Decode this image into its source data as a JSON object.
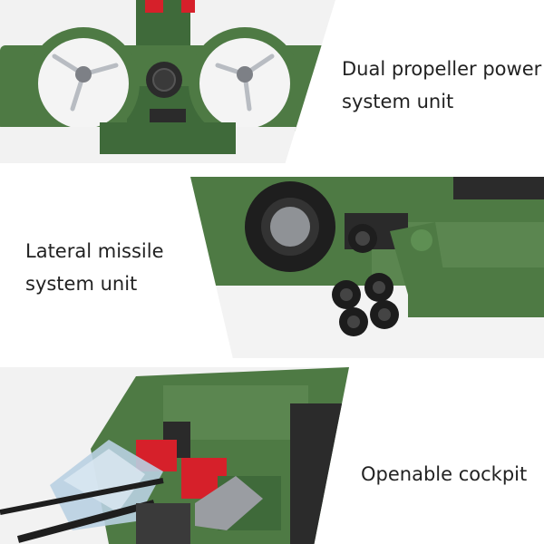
{
  "panels": [
    {
      "caption_lines": [
        "Dual propeller power",
        "system unit"
      ],
      "image": "propeller-unit-photo"
    },
    {
      "caption_lines": [
        "Lateral missile",
        "system unit"
      ],
      "image": "missile-unit-photo"
    },
    {
      "caption_lines": [
        "Openable cockpit"
      ],
      "image": "cockpit-photo"
    }
  ],
  "colors": {
    "army_green": "#4e7a44",
    "dark_green": "#2f4d2b",
    "red": "#d6202a",
    "grey": "#8f9296",
    "black": "#1a1a1a"
  }
}
